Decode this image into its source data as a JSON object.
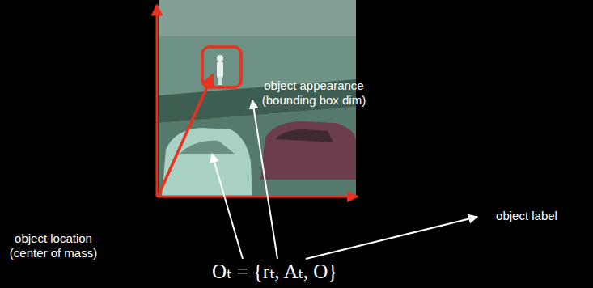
{
  "diagram": {
    "labels": [
      "object appearance (bounding box dim)",
      "object location (center of mass)",
      "object label",
      "Oₜ = {rₜ, Aₜ, O}"
    ]
  }
}
